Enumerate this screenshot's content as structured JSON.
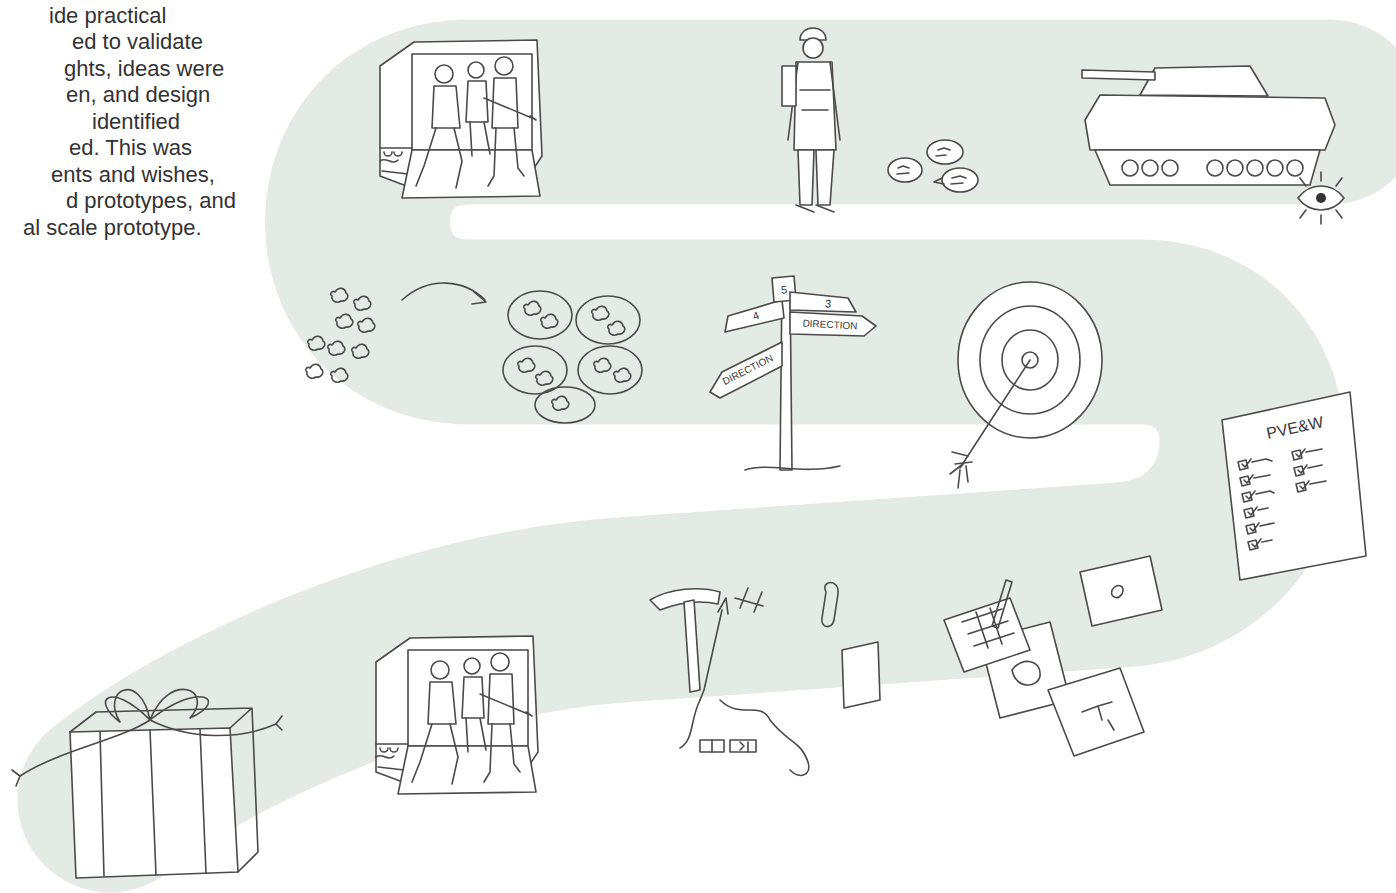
{
  "diagram": {
    "labels": [
      "ide practical",
      "ed to validate",
      "ghts, ideas were",
      "en, and design",
      "identified",
      "ed. This was",
      "ents and wishes,",
      "d prototypes, and",
      "al scale prototype.",
      "4",
      "5",
      "3",
      "DIRECTION",
      "DIRECTION",
      "PVE&W"
    ]
  }
}
